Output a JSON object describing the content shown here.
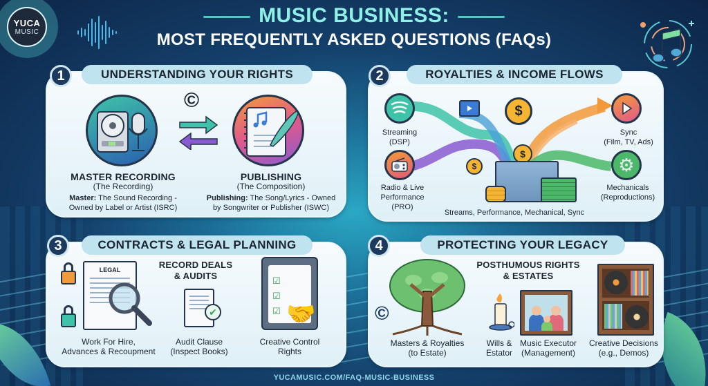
{
  "logo": {
    "line1": "YUCA",
    "line2": "MUSIC"
  },
  "header": {
    "title": "MUSIC BUSINESS:",
    "subtitle": "MOST FREQUENTLY ASKED QUESTIONS (FAQs)"
  },
  "sections": [
    {
      "number": "1",
      "title": "UNDERSTANDING YOUR RIGHTS",
      "items": [
        {
          "heading": "MASTER RECORDING",
          "subheading": "(The Recording)",
          "desc_bold": "Master:",
          "desc_line1": " The Sound Recording -",
          "desc_line2": "Owned by Label or Artist (ISRC)"
        },
        {
          "heading": "PUBLISHING",
          "subheading": "(The Composition)",
          "desc_bold": "Publishing:",
          "desc_line1": " The Song/Lyrics - Owned",
          "desc_line2": "by Songwriter or Publisher (ISWC)"
        }
      ],
      "copyright_symbol": "©"
    },
    {
      "number": "2",
      "title": "ROYALTIES & INCOME FLOWS",
      "sources": [
        {
          "label": "Streaming",
          "sub": "(DSP)"
        },
        {
          "label": "Radio & Live",
          "sub": "Performance (PRO)"
        },
        {
          "label": "Sync",
          "sub": "(Film, TV, Ads)"
        },
        {
          "label": "Mechanicals",
          "sub": "(Reproductions)"
        }
      ],
      "caption": "Streams, Performance, Mechanical, Sync",
      "coin_symbol": "$"
    },
    {
      "number": "3",
      "title": "CONTRACTS & LEGAL PLANNING",
      "center_heading_line1": "RECORD DEALS",
      "center_heading_line2": "& AUDITS",
      "doc_label": "LEGAL",
      "items": [
        {
          "line1": "Work For Hire,",
          "line2": "Advances & Recoupment"
        },
        {
          "line1": "Audit Clause",
          "line2": "(Inspect Books)"
        },
        {
          "line1": "Creative Control",
          "line2": "Rights"
        }
      ]
    },
    {
      "number": "4",
      "title": "PROTECTING YOUR LEGACY",
      "center_heading_line1": "POSTHUMOUS RIGHTS",
      "center_heading_line2": "& ESTATES",
      "copyright_symbol": "©",
      "items": [
        {
          "line1": "Masters & Royalties",
          "line2": "(to Estate)"
        },
        {
          "line1": "Wills &",
          "line2": "Estator"
        },
        {
          "line1": "Music Executor",
          "line2": "(Management)"
        },
        {
          "line1": "Creative Decisions",
          "line2": "(e.g., Demos)"
        }
      ]
    }
  ],
  "footer": {
    "url": "YUCAMUSIC.COM/FAQ-MUSIC-BUSINESS"
  },
  "colors": {
    "title_accent": "#8ff0e6",
    "panel_bg": "#eef7fb",
    "pill_bg": "#bfe3ef",
    "number_badge": "#1c3a5e",
    "teal": "#3fc3a8",
    "purple": "#8a5bd0",
    "orange": "#f29a3a",
    "green": "#4cb86a",
    "coin": "#f5b431"
  }
}
